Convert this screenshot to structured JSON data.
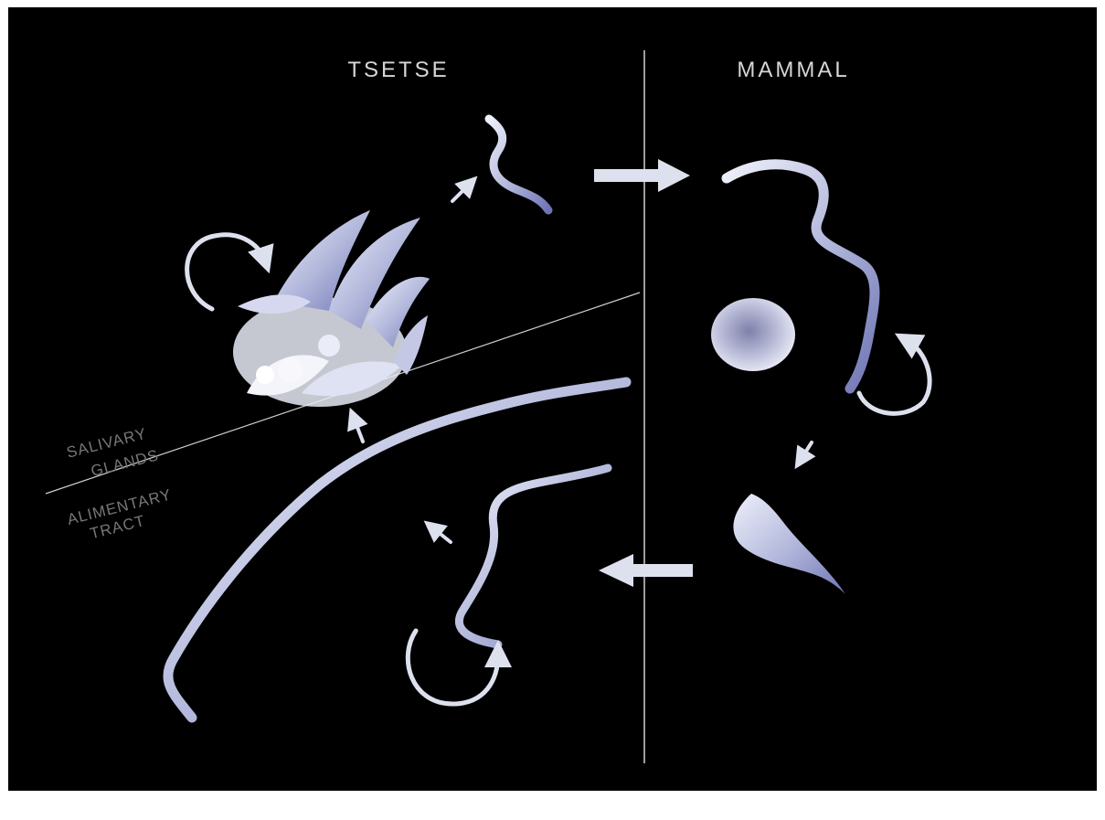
{
  "headers": {
    "left": "TSETSE",
    "right": "MAMMAL"
  },
  "regions": {
    "upper_line1": "SALIVARY",
    "upper_line2": "GLANDS",
    "lower_line1": "ALIMENTARY",
    "lower_line2": "TRACT"
  },
  "colors": {
    "background": "#000000",
    "frame": "#ffffff",
    "arrow": "#dde1ee",
    "cell": "#c9cde6",
    "cell_dark": "#5a60a8",
    "text": "#d6d6d6"
  },
  "icons": [
    "cycle-arrow-icon",
    "transition-arrow-icon",
    "parasite-cell-icon",
    "red-blood-cell-icon"
  ]
}
